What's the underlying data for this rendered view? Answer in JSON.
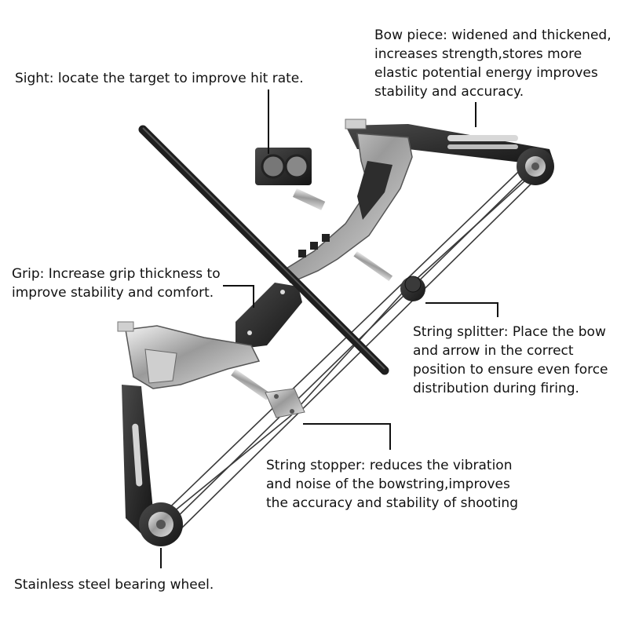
{
  "callouts": {
    "bow_piece": "Bow piece: widened and thickened,\nincreases strength,stores more\nelastic potential energy improves\nstability and accuracy.",
    "sight": "Sight: locate the target to improve hit rate.",
    "grip": "Grip: Increase grip thickness to\nimprove stability and comfort.",
    "string_splitter": "String splitter: Place the bow\nand arrow in the correct\nposition to ensure even force\ndistribution during firing.",
    "string_stopper": "String stopper: reduces the vibration\nand noise of the bowstring,improves\nthe accuracy and stability of shooting",
    "bearing_wheel": "Stainless steel bearing wheel."
  },
  "colors": {
    "metal_dark": "#2a2a2a",
    "metal_light": "#c9c9c9",
    "leader_line": "#111111",
    "string": "#3a3a3a"
  }
}
